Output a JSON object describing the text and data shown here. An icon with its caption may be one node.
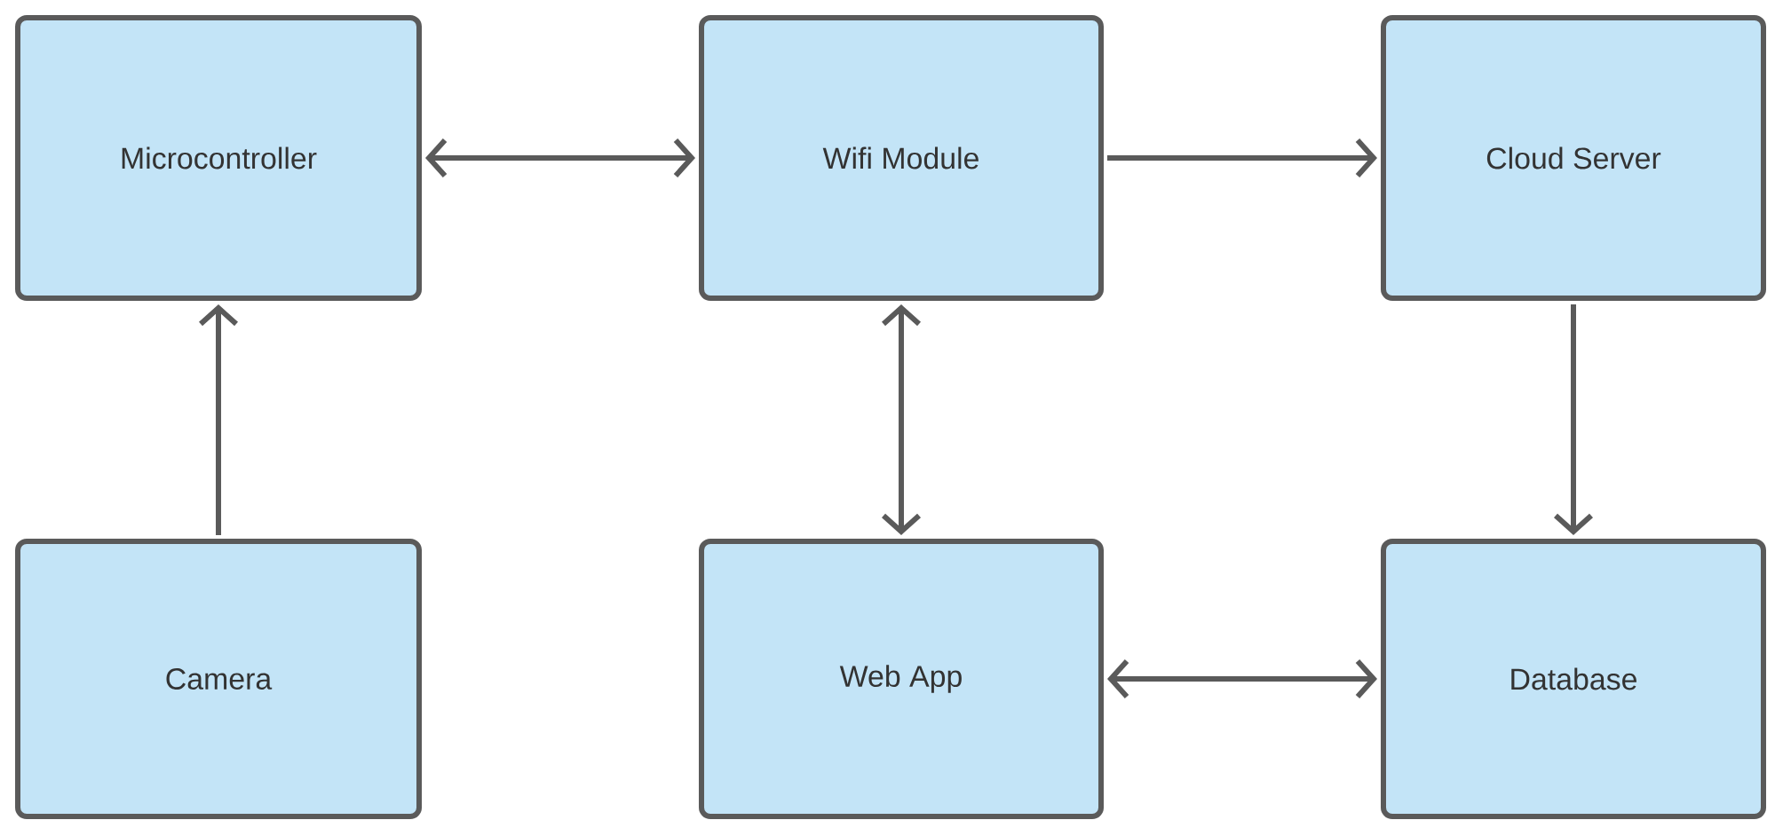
{
  "diagram": {
    "nodes": [
      {
        "text": [
          "Microcontroller"
        ]
      },
      {
        "text": [
          "Wifi Module"
        ]
      },
      {
        "text": [
          "Cloud Server"
        ]
      },
      {
        "text": [
          "Camera"
        ]
      },
      {
        "text": [
          "Web App"
        ]
      },
      {
        "text": [
          "Database"
        ]
      }
    ],
    "edges": [
      {
        "from": 0,
        "to": 1,
        "arrow": "both"
      },
      {
        "from": 1,
        "to": 2,
        "arrow": "to"
      },
      {
        "from": 3,
        "to": 0,
        "arrow": "to"
      },
      {
        "from": 1,
        "to": 4,
        "arrow": "both"
      },
      {
        "from": 2,
        "to": 5,
        "arrow": "to"
      },
      {
        "from": 4,
        "to": 5,
        "arrow": "both"
      }
    ]
  }
}
